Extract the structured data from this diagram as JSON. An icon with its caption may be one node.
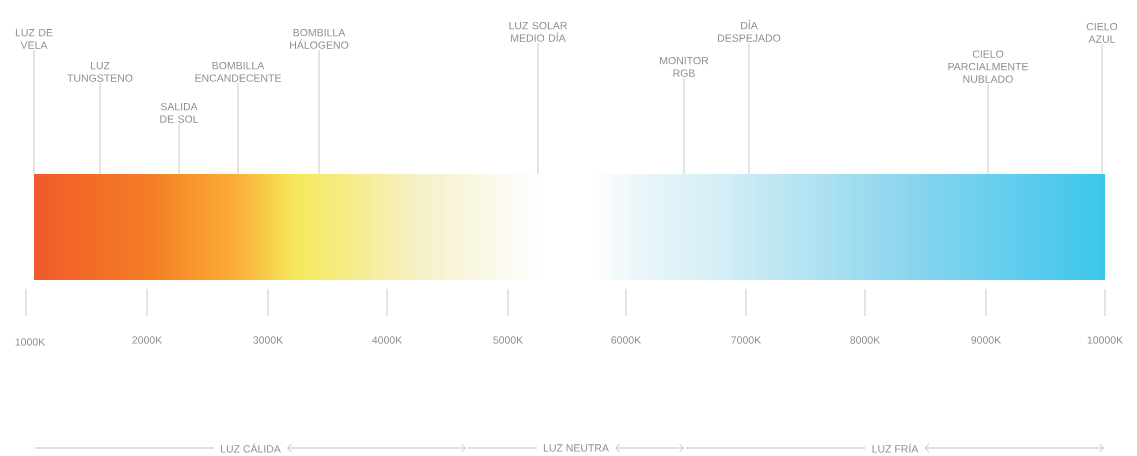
{
  "diagram": {
    "nodes": [
      {
        "text": [],
        "shape": "bar"
      },
      {
        "text": [
          "LUZ DE VELA"
        ]
      },
      {
        "text": [
          "LUZ TUNGSTENO"
        ]
      },
      {
        "text": [
          "SALIDA DE SOL"
        ]
      },
      {
        "text": [
          "BOMBILLA ENCANDECENTE"
        ]
      },
      {
        "text": [
          "BOMBILLA HÁLOGENO"
        ]
      },
      {
        "text": [
          "LUZ SOLAR MEDIO DÍA"
        ]
      },
      {
        "text": [
          "MONITOR RGB"
        ]
      },
      {
        "text": [
          "DÍA DESPEJADO"
        ]
      },
      {
        "text": [
          "CIELO PARCIALMENTE NUBLADO"
        ]
      },
      {
        "text": [
          "CIELO AZUL"
        ]
      }
    ],
    "edges": [
      {
        "from": 1,
        "to": 0,
        "arrow": "none"
      },
      {
        "from": 2,
        "to": 0,
        "arrow": "none"
      },
      {
        "from": 3,
        "to": 0,
        "arrow": "none"
      },
      {
        "from": 4,
        "to": 0,
        "arrow": "none"
      },
      {
        "from": 5,
        "to": 0,
        "arrow": "none"
      },
      {
        "from": 6,
        "to": 0,
        "arrow": "none"
      },
      {
        "from": 7,
        "to": 0,
        "arrow": "none"
      },
      {
        "from": 8,
        "to": 0,
        "arrow": "none"
      },
      {
        "from": 9,
        "to": 0,
        "arrow": "none"
      },
      {
        "from": 10,
        "to": 0,
        "arrow": "none"
      }
    ],
    "labels": [
      "1000K",
      "2000K",
      "3000K",
      "4000K",
      "5000K",
      "6000K",
      "7000K",
      "8000K",
      "9000K",
      "10000K",
      "LUZ CÁLIDA",
      "LUZ NEUTRA",
      "LUZ FRÍA"
    ]
  }
}
